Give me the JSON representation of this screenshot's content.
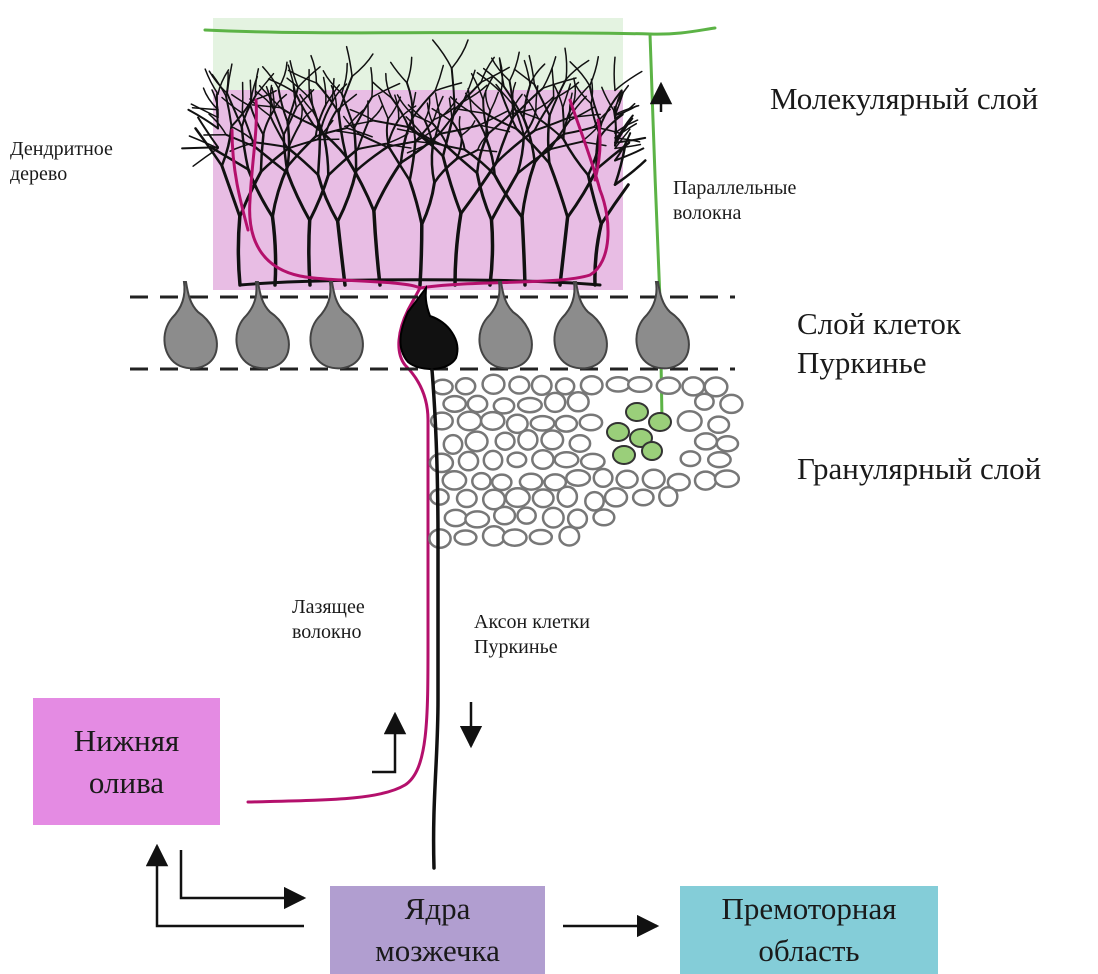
{
  "labels": {
    "molecular_layer": "Молекулярный слой",
    "dendritic_tree": "Дендритное\nдерево",
    "parallel_fibers": "Параллельные\nволокна",
    "purkinje_layer": "Слой клеток\nПуркинье",
    "granular_layer": "Гранулярный слой",
    "climbing_fiber": "Лазящее\nволокно",
    "purkinje_axon": "Аксон клетки\nПуркинье"
  },
  "boxes": {
    "inferior_olive": "Нижняя\nолива",
    "cerebellar_nuclei": "Ядра\nмозжечка",
    "premotor_area": "Премоторная\nобласть"
  },
  "colors": {
    "molecular_top": "#e4f3e1",
    "molecular_main": "#e8bde4",
    "climbing_fiber": "#b4106c",
    "parallel_fiber": "#5cb346",
    "purkinje_soma": "#8c8c8c",
    "purkinje_active": "#111111",
    "granule_active": "#9acf7a",
    "inferior_olive_box": "#e48be3",
    "nuclei_box": "#b19ed0",
    "premotor_box": "#84cdd8"
  }
}
